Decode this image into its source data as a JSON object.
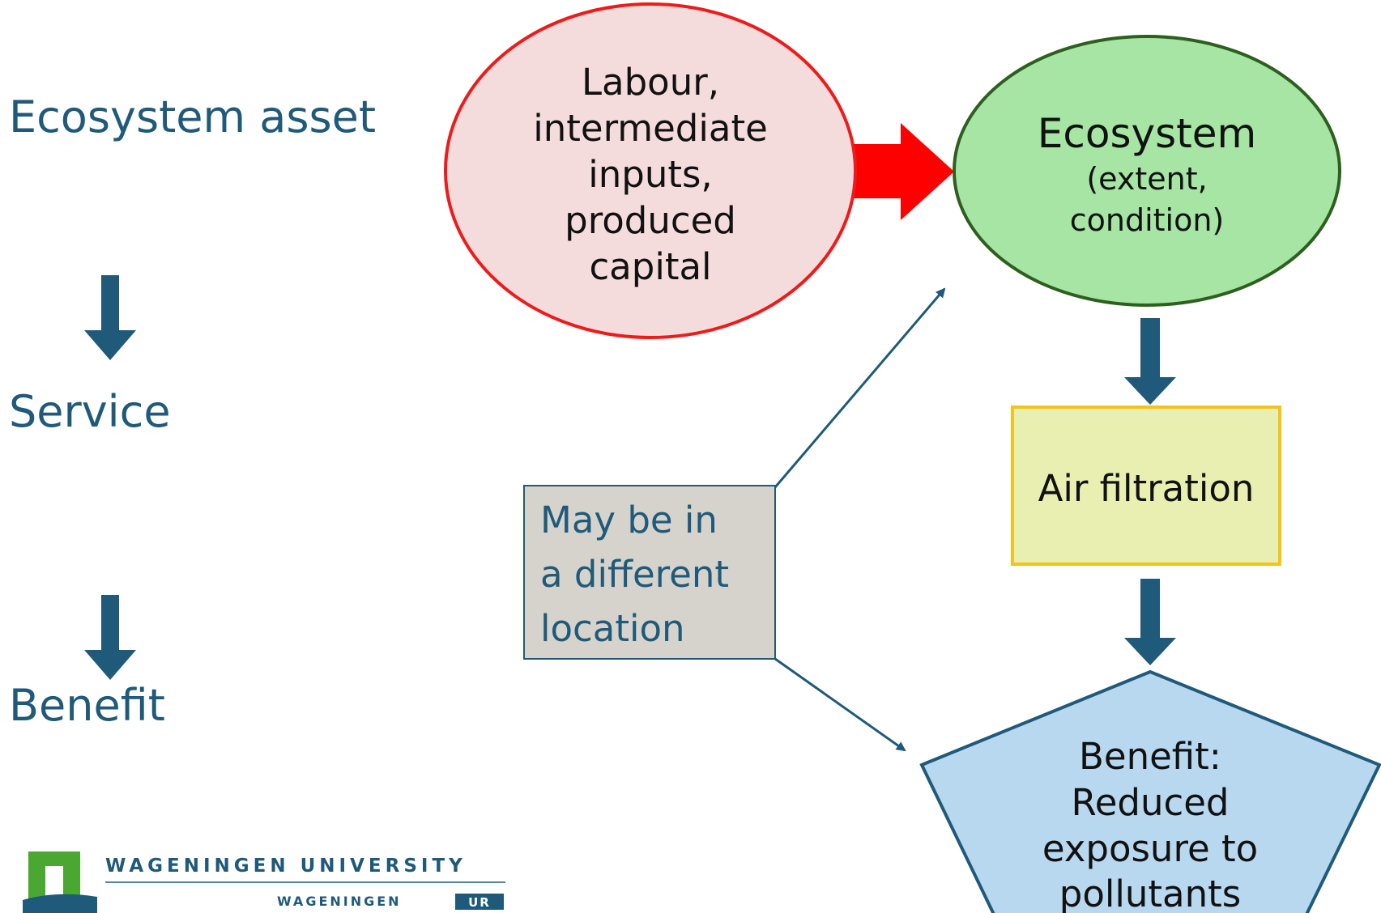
{
  "levels": {
    "asset": "Ecosystem asset",
    "service": "Service",
    "benefit": "Benefit"
  },
  "inputs_node": {
    "lines": [
      "Labour,",
      "intermediate",
      "inputs,",
      "produced",
      "capital"
    ]
  },
  "ecosystem_node": {
    "title": "Ecosystem",
    "subtitle_lines": [
      "(extent,",
      "condition)"
    ]
  },
  "service_node": {
    "label": "Air filtration"
  },
  "benefit_node": {
    "lines": [
      "Benefit:",
      "Reduced",
      "exposure to",
      "pollutants"
    ]
  },
  "location_note": {
    "lines": [
      "May be in",
      "a different",
      "location"
    ]
  },
  "logo": {
    "university": "WAGENINGEN UNIVERSITY",
    "ur_prefix": "WAGENINGEN",
    "ur_badge": "UR"
  },
  "colors": {
    "teal": "#1f5a7a",
    "arrow_red": "#ff0000",
    "ellipse_red_fill": "#f5dcdc",
    "ellipse_green_fill": "#a6e5a4",
    "ellipse_green_stroke": "#2d5f1f",
    "box_yellow_fill": "#e8efb0",
    "box_yellow_stroke": "#f2c318",
    "box_grey_fill": "#d6d3cc",
    "pentagon_fill": "#b8d8ef",
    "logo_green": "#4aa832"
  }
}
